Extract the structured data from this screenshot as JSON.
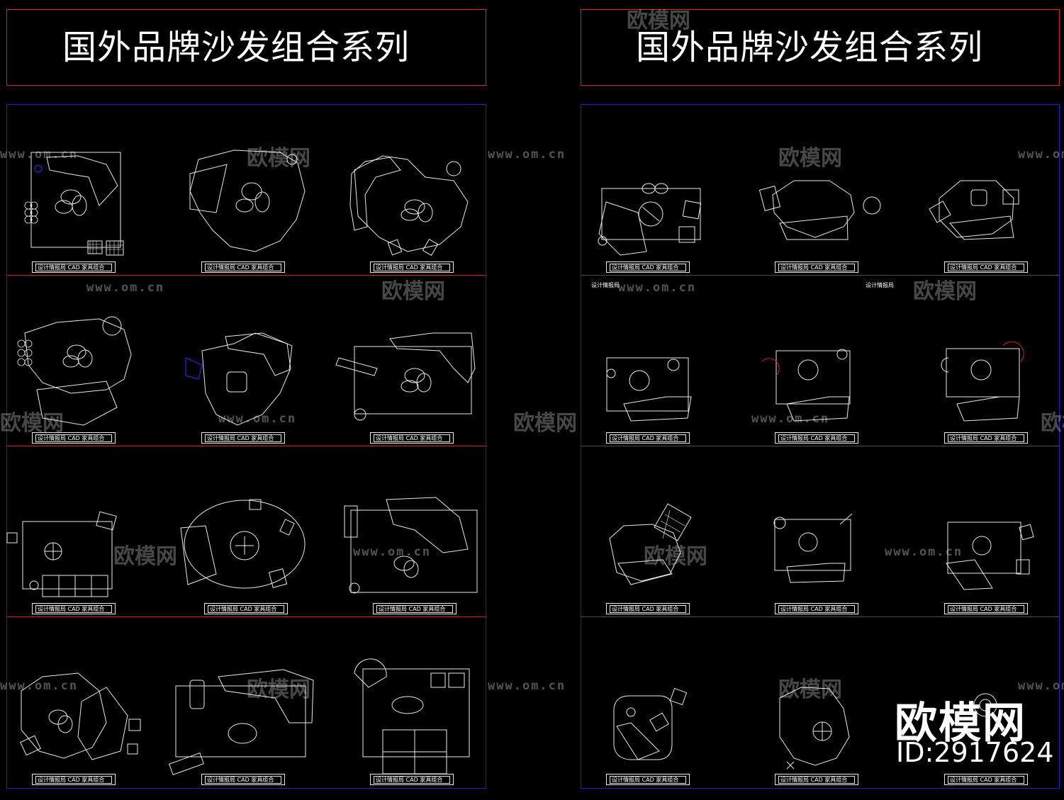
{
  "left_panel": {
    "title": "国外品牌沙发组合系列"
  },
  "right_panel": {
    "title": "国外品牌沙发组合系列"
  },
  "block_label": "设计情报局 CAD 家具组合",
  "note_label": "设计情报局",
  "watermark": {
    "brand": "欧模网",
    "url": "www.om.cn"
  },
  "footer": {
    "brand": "欧模网",
    "id": "ID:2917624"
  },
  "colors": {
    "title_border": "#e0202a",
    "sheet_border": "#1e1ecf",
    "line": "#e8e8e8",
    "accent_blue": "#2a2aff"
  }
}
